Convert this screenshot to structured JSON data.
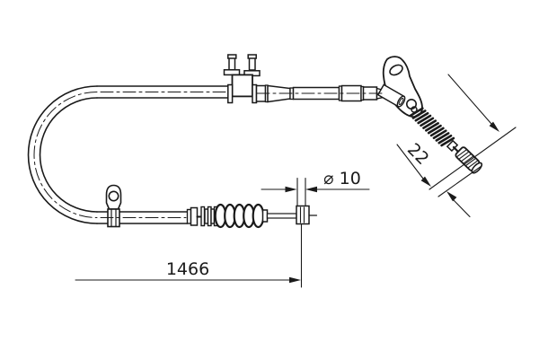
{
  "drawing": {
    "description": "technical line drawing of a parking brake cable with mounting brackets, bellows boot, spring section and end fittings",
    "colors": {
      "line": "#1a1a1a",
      "background": "#ffffff"
    },
    "dimensions": {
      "overall_length": "1466",
      "rod_diameter": "⌀ 10",
      "end_fitting_length": "22"
    }
  }
}
